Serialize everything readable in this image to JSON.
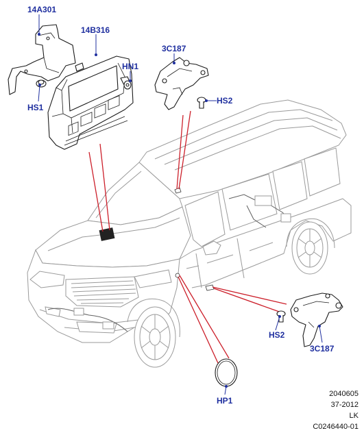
{
  "callouts": {
    "c14a301": "14A301",
    "c14b316": "14B316",
    "chn1": "HN1",
    "chs1": "HS1",
    "c3c187_top": "3C187",
    "chs2_top": "HS2",
    "chs2_bottom": "HS2",
    "c3c187_bottom": "3C187",
    "chp1": "HP1"
  },
  "reference": {
    "line1": "2040605",
    "line2": "37-2012",
    "line3": "LK",
    "line4": "C0246440-01"
  },
  "colors": {
    "callout": "#1f2f9f",
    "leader_red": "#cc1f2a",
    "vehicle_outline": "#9a9a9a",
    "part_outline": "#1a1a1a"
  }
}
